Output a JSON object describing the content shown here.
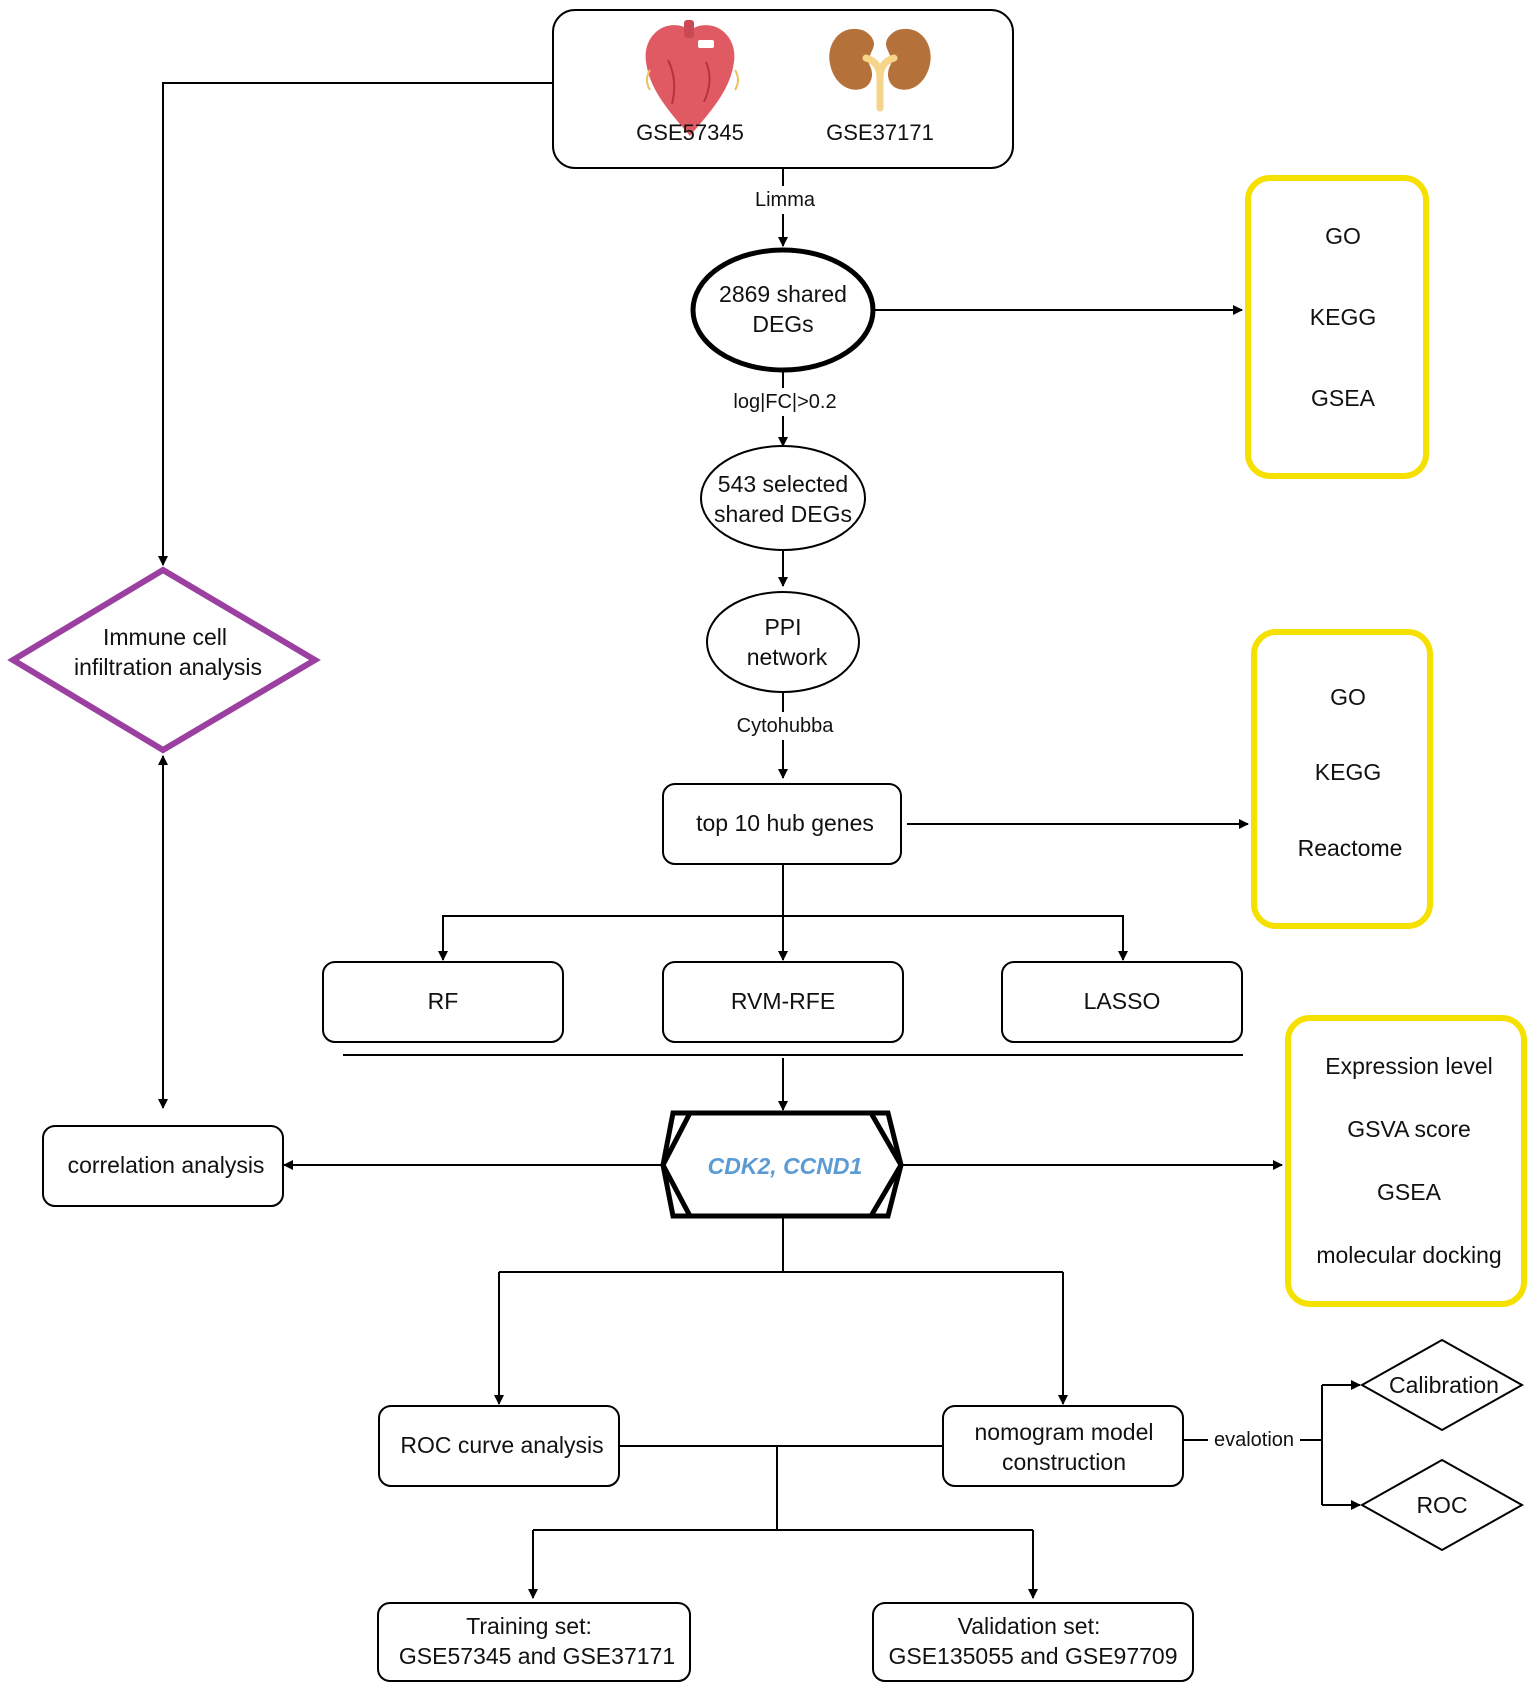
{
  "datasets": {
    "left_label": "GSE57345",
    "right_label": "GSE37171"
  },
  "edges": {
    "limma": "Limma",
    "logfc": "log|FC|>0.2",
    "cytohubba": "Cytohubba",
    "evalotion": "evalotion"
  },
  "nodes": {
    "shared_line1": "2869 shared",
    "shared_line2": "DEGs",
    "selected_line1": "543 selected",
    "selected_line2": "shared DEGs",
    "ppi_line1": "PPI",
    "ppi_line2": "network",
    "hub": "top 10 hub genes",
    "rf": "RF",
    "rvm": "RVM-RFE",
    "lasso": "LASSO",
    "genes": "CDK2, CCND1",
    "immune_line1": "Immune cell",
    "immune_line2": "infiltration analysis",
    "correlation": "correlation analysis",
    "roc_curve": "ROC curve analysis",
    "nomogram_line1": "nomogram model",
    "nomogram_line2": "construction",
    "calibration": "Calibration",
    "roc": "ROC",
    "training_line1": "Training set:",
    "training_line2": "GSE57345 and GSE37171",
    "validation_line1": "Validation set:",
    "validation_line2": "GSE135055 and GSE97709"
  },
  "panels": {
    "enrich1": [
      "GO",
      "KEGG",
      "GSEA"
    ],
    "enrich2": [
      "GO",
      "KEGG",
      "Reactome"
    ],
    "gene_analysis": [
      "Expression level",
      "GSVA score",
      "GSEA",
      "molecular docking"
    ]
  },
  "colors": {
    "yellow": "#f5e000",
    "purple": "#9b3fa0",
    "gene_text": "#5b9bd5",
    "heart": "#e05a64",
    "kidney": "#b5713a"
  }
}
